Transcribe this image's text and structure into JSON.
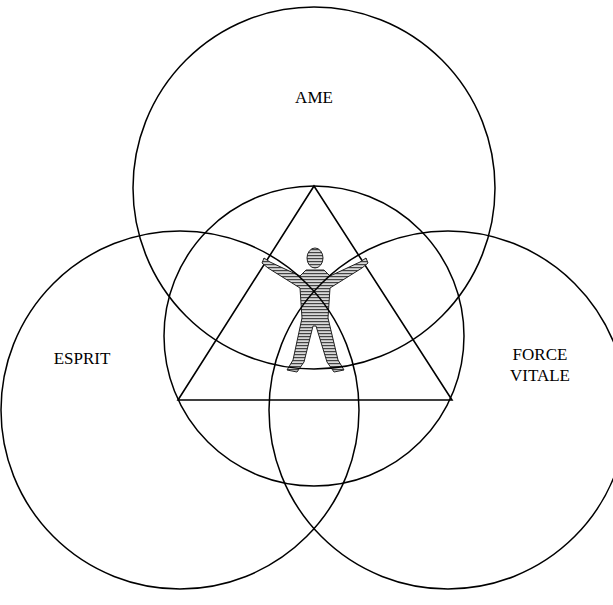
{
  "diagram": {
    "nodes": [
      {
        "text": [
          "AME"
        ]
      },
      {
        "text": [
          "ESPRIT"
        ]
      },
      {
        "text": [
          "FORCE VITALE"
        ]
      }
    ]
  }
}
